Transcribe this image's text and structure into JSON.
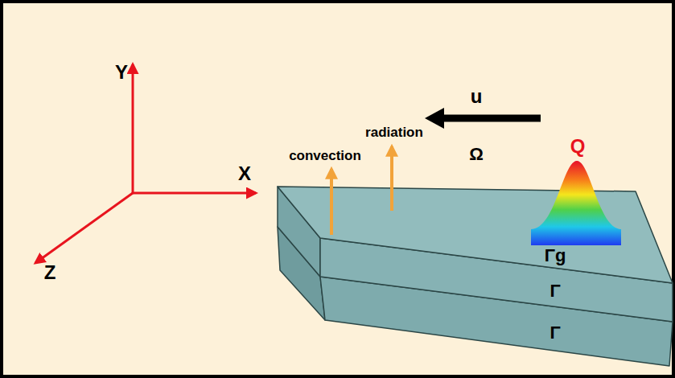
{
  "diagram": {
    "labels": [
      "Y",
      "X",
      "Z",
      "u",
      "Q",
      "radiation",
      "convection",
      "Ω",
      "Γg",
      "Γ",
      "Γ"
    ]
  }
}
